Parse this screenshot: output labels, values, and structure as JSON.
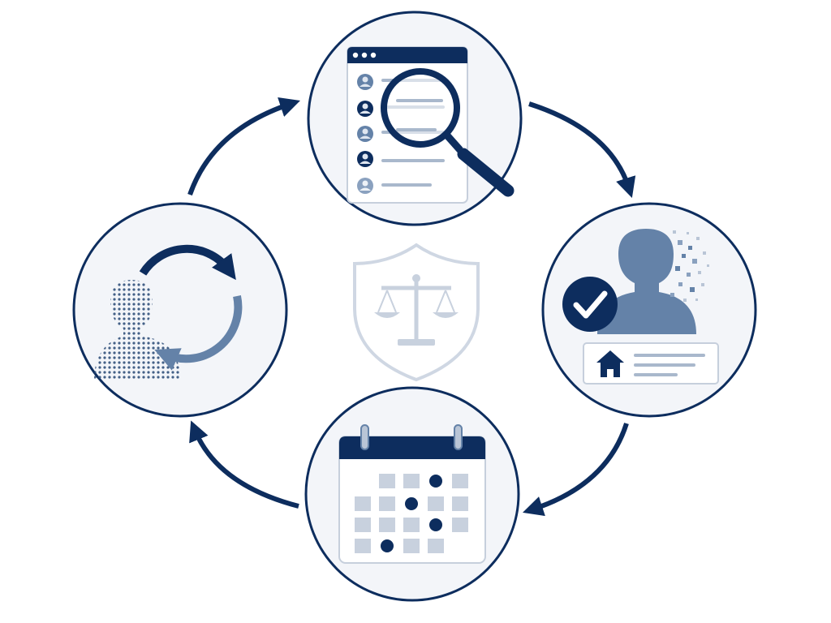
{
  "diagram": {
    "type": "cycle",
    "direction": "clockwise",
    "center": {
      "icon": "shield-scales-icon"
    },
    "stages": [
      {
        "position": "top",
        "icon": "magnifier-over-record-list-icon"
      },
      {
        "position": "right",
        "icon": "verified-person-with-address-card-icon"
      },
      {
        "position": "bottom",
        "icon": "calendar-schedule-icon"
      },
      {
        "position": "left",
        "icon": "dissolving-person-refresh-icon"
      }
    ]
  },
  "colors": {
    "navy": "#0d2d5e",
    "steel": "#6482a8",
    "light_steel": "#b9c5d6",
    "circle_fill": "#f3f5f9",
    "shield_outline": "#cfd7e3"
  }
}
